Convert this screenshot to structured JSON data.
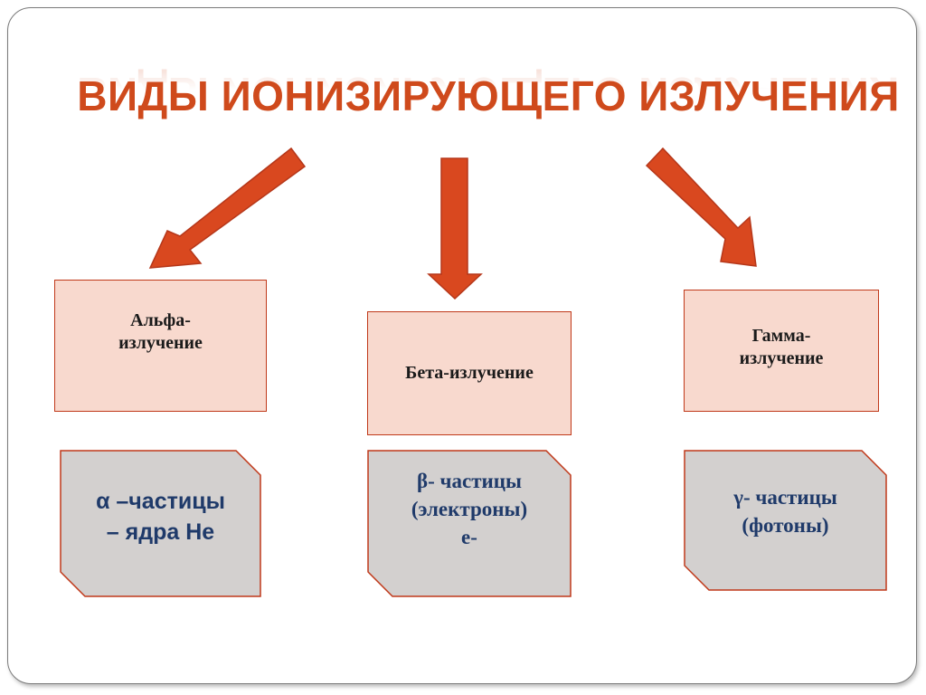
{
  "title": "ВИДЫ ИОНИЗИРУЮЩЕГО ИЗЛУЧЕНИЯ",
  "colors": {
    "title": "#cf4a1c",
    "arrow_fill": "#d9481f",
    "arrow_stroke": "#b5371a",
    "box_fill": "#f8d9ce",
    "box_border": "#c0391a",
    "shape_fill": "#d3d0cf",
    "shape_border": "#c0391a",
    "shape_text": "#1f3a6a"
  },
  "arrows": [
    {
      "name": "arrow-to-alpha",
      "icon": "arrow-down-left-icon"
    },
    {
      "name": "arrow-to-beta",
      "icon": "arrow-down-icon"
    },
    {
      "name": "arrow-to-gamma",
      "icon": "arrow-down-right-icon"
    }
  ],
  "categories": [
    {
      "key": "alpha",
      "box_lines": [
        "Альфа-",
        "излучение"
      ],
      "particle_lines": [
        "α –частицы",
        "– ядра Не"
      ]
    },
    {
      "key": "beta",
      "box_lines": [
        "Бета-излучение"
      ],
      "particle_lines": [
        "β- частицы",
        "(электроны)",
        "е-"
      ]
    },
    {
      "key": "gamma",
      "box_lines": [
        "Гамма-",
        "излучение"
      ],
      "particle_lines": [
        "γ- частицы",
        "(фотоны)"
      ]
    }
  ]
}
